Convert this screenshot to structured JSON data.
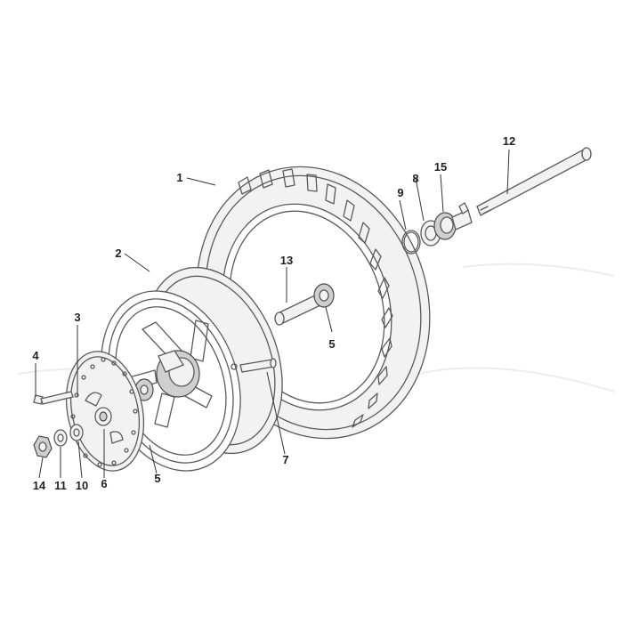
{
  "callouts": [
    {
      "id": "c1",
      "label": "1"
    },
    {
      "id": "c2",
      "label": "2"
    },
    {
      "id": "c3",
      "label": "3"
    },
    {
      "id": "c4",
      "label": "4"
    },
    {
      "id": "c5a",
      "label": "5"
    },
    {
      "id": "c5b",
      "label": "5"
    },
    {
      "id": "c6",
      "label": "6"
    },
    {
      "id": "c7",
      "label": "7"
    },
    {
      "id": "c8",
      "label": "8"
    },
    {
      "id": "c9",
      "label": "9"
    },
    {
      "id": "c10",
      "label": "10"
    },
    {
      "id": "c11",
      "label": "11"
    },
    {
      "id": "c12",
      "label": "12"
    },
    {
      "id": "c13",
      "label": "13"
    },
    {
      "id": "c14",
      "label": "14"
    },
    {
      "id": "c15",
      "label": "15"
    }
  ],
  "colors": {
    "line": "#5a5a5a",
    "text": "#222222",
    "background": "#ffffff"
  }
}
